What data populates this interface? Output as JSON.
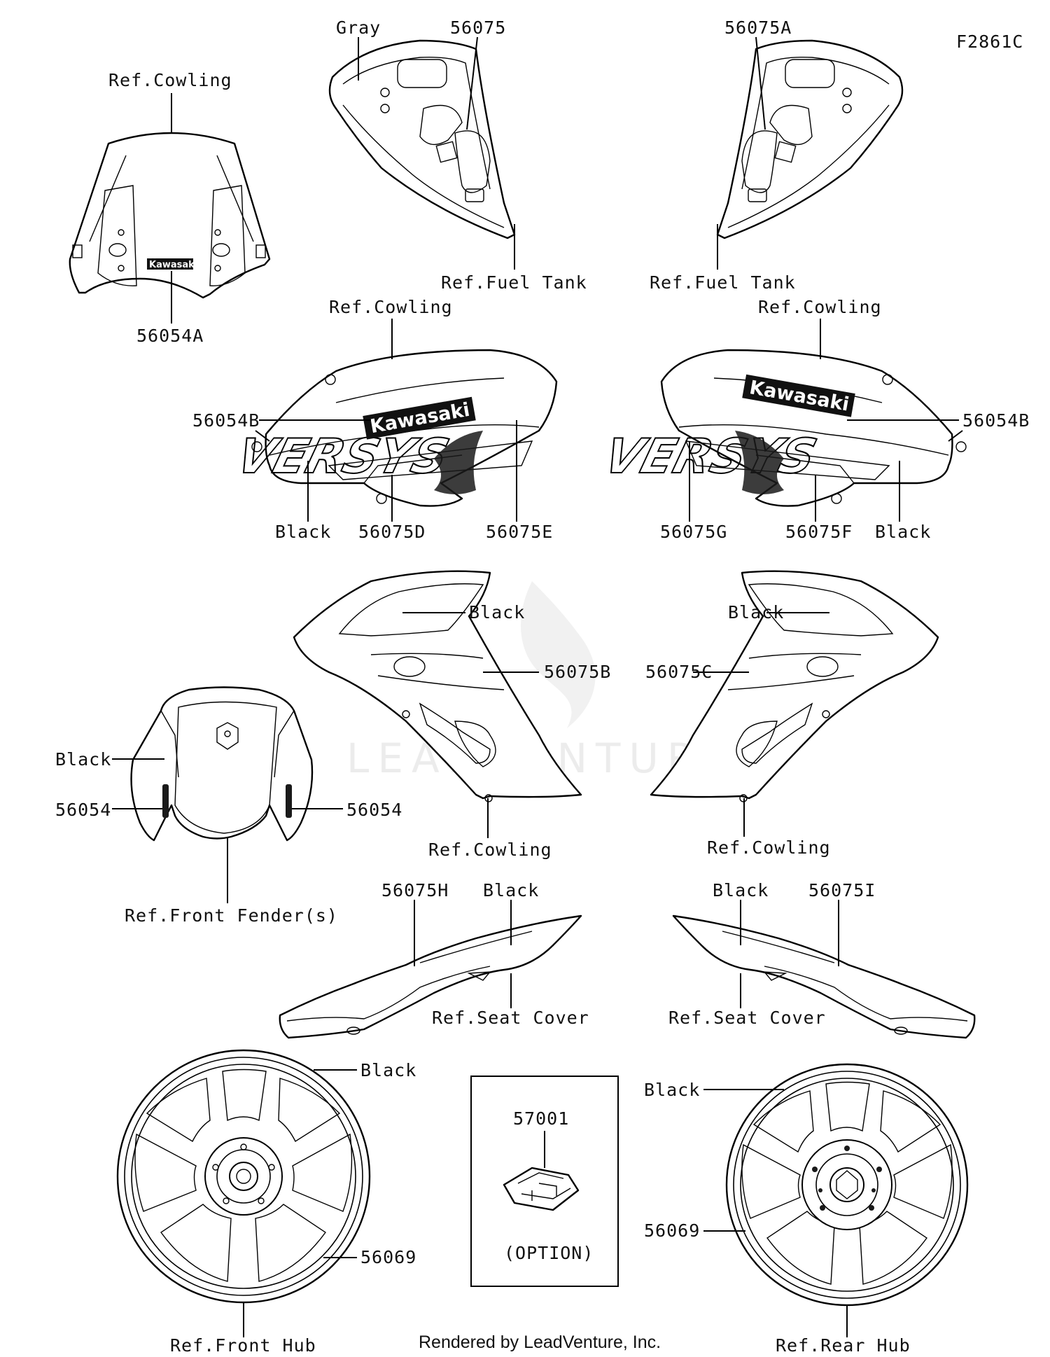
{
  "diagram": {
    "figure_code": "F2861C",
    "footer": "Rendered by LeadVenture, Inc.",
    "watermark": "LEADVENTURE"
  },
  "labels": {
    "windshield_ref": "Ref.Cowling",
    "windshield_part": "56054A",
    "tank_left_gray": "Gray",
    "tank_left_part": "56075",
    "tank_left_ref": "Ref.Fuel Tank",
    "tank_right_part": "56075A",
    "tank_right_ref": "Ref.Fuel Tank",
    "side_left_ref": "Ref.Cowling",
    "side_left_logo": "56054B",
    "side_left_black": "Black",
    "side_left_d": "56075D",
    "side_left_e": "56075E",
    "side_right_ref": "Ref.Cowling",
    "side_right_logo": "56054B",
    "side_right_g": "56075G",
    "side_right_f": "56075F",
    "side_right_black": "Black",
    "fairing_left_black": "Black",
    "fairing_left_part": "56075B",
    "fairing_left_ref": "Ref.Cowling",
    "fairing_right_black": "Black",
    "fairing_right_part": "56075C",
    "fairing_right_ref": "Ref.Cowling",
    "fender_black": "Black",
    "fender_left_part": "56054",
    "fender_right_part": "56054",
    "fender_ref": "Ref.Front Fender(s)",
    "seat_left_part": "56075H",
    "seat_left_black": "Black",
    "seat_left_ref": "Ref.Seat Cover",
    "seat_right_black": "Black",
    "seat_right_part": "56075I",
    "seat_right_ref": "Ref.Seat Cover",
    "wheel_front_black": "Black",
    "wheel_front_part": "56069",
    "wheel_front_ref": "Ref.Front Hub",
    "option_part": "57001",
    "option_note": "(OPTION)",
    "wheel_rear_black": "Black",
    "wheel_rear_part": "56069",
    "wheel_rear_ref": "Ref.Rear Hub"
  },
  "decals": {
    "brand": "Kawasaki",
    "model_left": "VERSYS",
    "model_right": "VERSYS"
  }
}
